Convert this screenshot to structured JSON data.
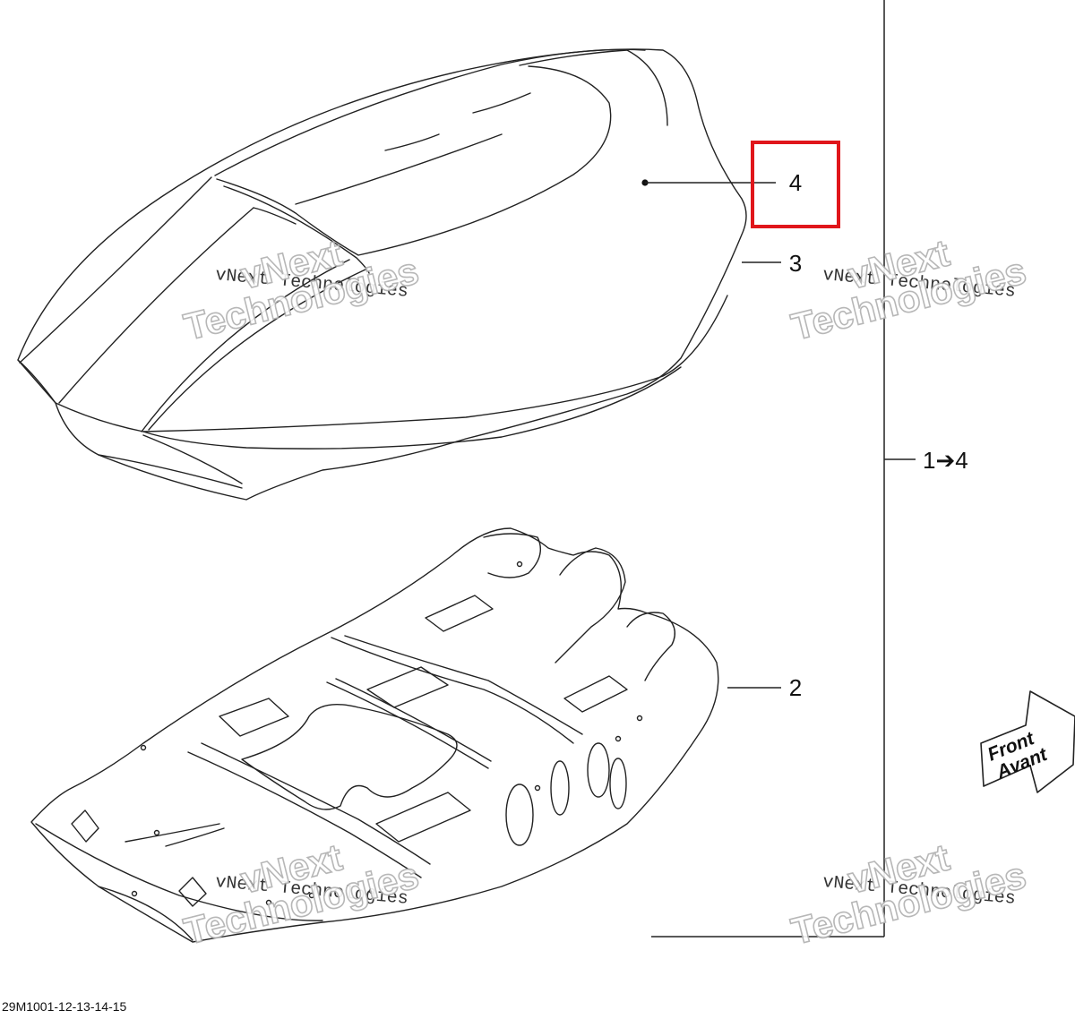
{
  "diagram": {
    "callouts": {
      "part4": "4",
      "part3": "3",
      "part2": "2",
      "group": "1➔4"
    },
    "direction_arrow": {
      "line1": "Front",
      "line2": "Avant"
    },
    "watermark": {
      "small": "vNext Technologies",
      "big_line1": "vNext",
      "big_line2": "Technologies"
    },
    "drawing_code": "29M1001-12-13-14-15",
    "highlight_color": "#e0161b"
  }
}
